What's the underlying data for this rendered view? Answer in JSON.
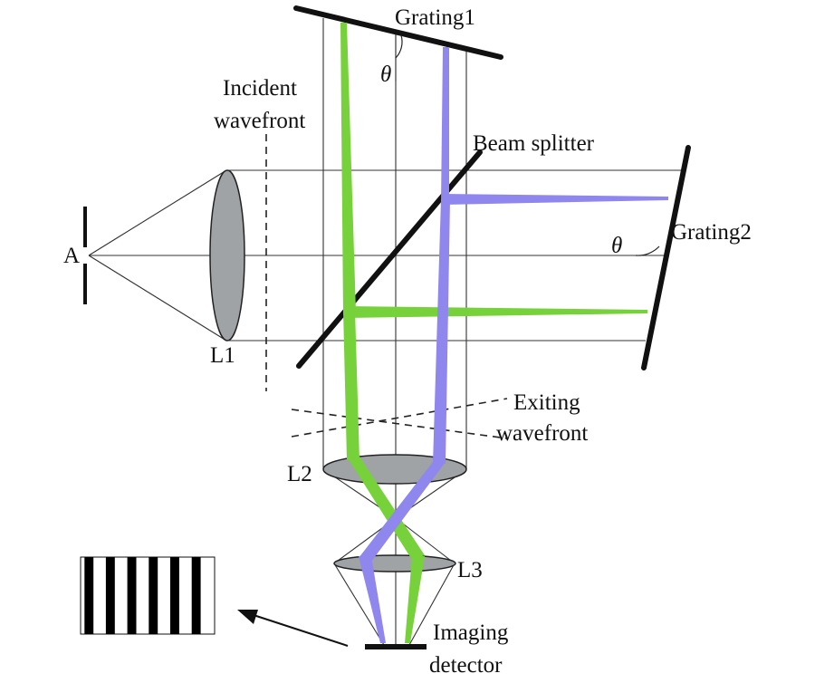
{
  "labels": {
    "grating1": "Grating1",
    "theta_top": "θ",
    "incident_line1": "Incident",
    "incident_line2": "wavefront",
    "beam_splitter": "Beam splitter",
    "aperture": "A",
    "grating2": "Grating2",
    "theta_right": "θ",
    "lens1": "L1",
    "exiting_line1": "Exiting",
    "exiting_line2": "wavefront",
    "lens2": "L2",
    "lens3": "L3",
    "detector_line1": "Imaging",
    "detector_line2": "detector"
  },
  "colors": {
    "green_beam": "#77d13b",
    "violet_beam": "#8f86ee",
    "lens_fill": "#9fa3a6",
    "ink": "#111111"
  },
  "fringe_count": 6
}
